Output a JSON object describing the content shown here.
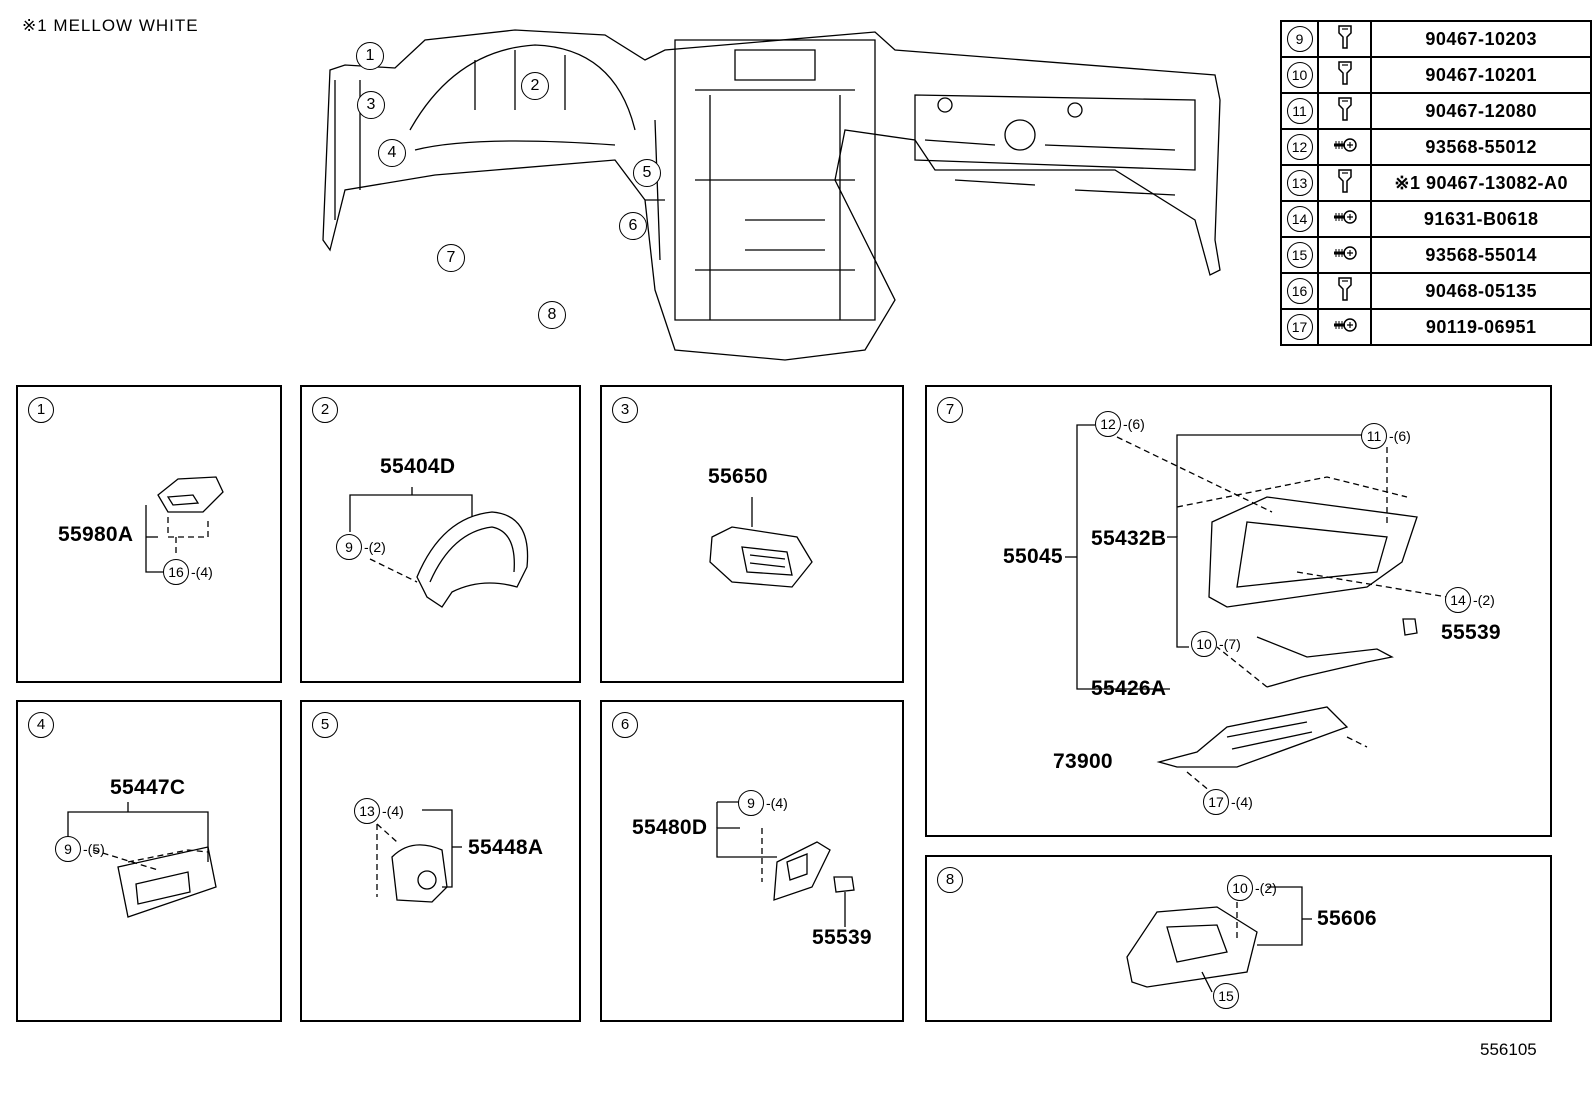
{
  "note": "※1 MELLOW WHITE",
  "overview_callouts": [
    "1",
    "2",
    "3",
    "4",
    "5",
    "6",
    "7",
    "8"
  ],
  "fasteners": [
    {
      "no": "9",
      "icon": "clip-icon",
      "part": "90467-10203"
    },
    {
      "no": "10",
      "icon": "clip-icon",
      "part": "90467-10201"
    },
    {
      "no": "11",
      "icon": "clip-icon",
      "part": "90467-12080"
    },
    {
      "no": "12",
      "icon": "screw-icon",
      "part": "93568-55012"
    },
    {
      "no": "13",
      "icon": "clip-icon",
      "part": "※1 90467-13082-A0"
    },
    {
      "no": "14",
      "icon": "screw-icon",
      "part": "91631-B0618"
    },
    {
      "no": "15",
      "icon": "screw-icon",
      "part": "93568-55014"
    },
    {
      "no": "16",
      "icon": "clip-icon",
      "part": "90468-05135"
    },
    {
      "no": "17",
      "icon": "screw-icon",
      "part": "90119-06951"
    }
  ],
  "panels": {
    "p1": {
      "num": "1",
      "part": "55980A",
      "sub": {
        "n": "16",
        "q": "-(4)"
      }
    },
    "p2": {
      "num": "2",
      "part": "55404D",
      "sub": {
        "n": "9",
        "q": "-(2)"
      }
    },
    "p3": {
      "num": "3",
      "part": "55650"
    },
    "p4": {
      "num": "4",
      "part": "55447C",
      "sub": {
        "n": "9",
        "q": "-(5)"
      }
    },
    "p5": {
      "num": "5",
      "part": "55448A",
      "sub": {
        "n": "13",
        "q": "-(4)"
      }
    },
    "p6": {
      "num": "6",
      "part": "55480D",
      "part2": "55539",
      "sub": {
        "n": "9",
        "q": "-(4)"
      }
    },
    "p7": {
      "num": "7",
      "assembly": "55045",
      "part_a": "55432B",
      "part_b": "55426A",
      "part_c": "55539",
      "part_d": "73900",
      "s12": {
        "n": "12",
        "q": "-(6)"
      },
      "s11": {
        "n": "11",
        "q": "-(6)"
      },
      "s14": {
        "n": "14",
        "q": "-(2)"
      },
      "s10": {
        "n": "10",
        "q": "-(7)"
      },
      "s17": {
        "n": "17",
        "q": "-(4)"
      }
    },
    "p8": {
      "num": "8",
      "part": "55606",
      "s10": {
        "n": "10",
        "q": "-(2)"
      },
      "s15": {
        "n": "15"
      }
    }
  },
  "illustration_no": "556105"
}
